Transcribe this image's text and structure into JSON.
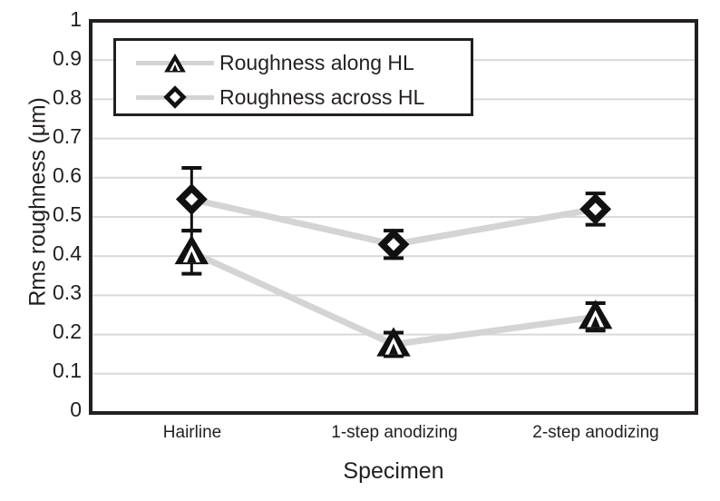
{
  "chart_data": {
    "type": "line",
    "title": "",
    "xlabel": "Specimen",
    "ylabel": "Rms roughness (μm)",
    "categories": [
      "Hairline",
      "1-step anodizing",
      "2-step anodizing"
    ],
    "ylim": [
      0,
      1
    ],
    "ytick_step": 0.1,
    "yticks": [
      "1",
      "0.9",
      "0.8",
      "0.7",
      "0.6",
      "0.5",
      "0.4",
      "0.3",
      "0.2",
      "0.1",
      "0"
    ],
    "grid": "horizontal",
    "legend_position": "top-left inside plot",
    "series": [
      {
        "name": "Roughness along HL",
        "marker": "triangle",
        "values": [
          0.41,
          0.175,
          0.245
        ],
        "errors": [
          0.055,
          0.03,
          0.035
        ]
      },
      {
        "name": "Roughness across HL",
        "marker": "diamond",
        "values": [
          0.545,
          0.43,
          0.52
        ],
        "errors": [
          0.08,
          0.035,
          0.04
        ]
      }
    ],
    "colors": {
      "line": "#d4d4d4",
      "marker_fill": "#111111",
      "marker_edge": "#111111",
      "axis": "#231f20",
      "grid": "#d9d9d9",
      "text": "#231f20",
      "background": "#ffffff"
    }
  }
}
